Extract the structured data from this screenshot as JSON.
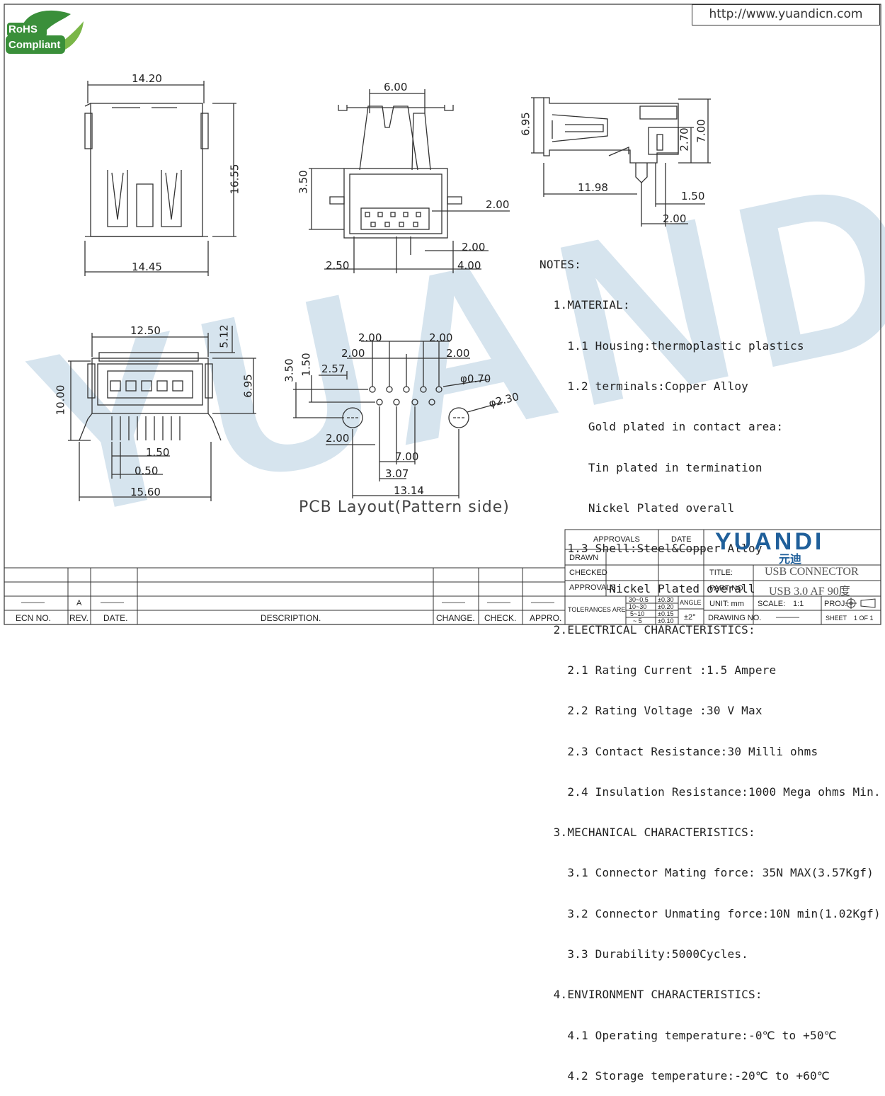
{
  "header": {
    "url": "http://www.yuandicn.com",
    "badge_line1": "RoHS",
    "badge_line2": "Compliant"
  },
  "dimensions": {
    "top_view": {
      "width_top": "14.20",
      "height": "16.55",
      "width_bottom": "14.45"
    },
    "front_view": {
      "pitch_top": "6.00",
      "height_left": "3.50",
      "pin_pitch_a": "2.00",
      "pin_pitch_b": "2.00",
      "offset_left": "2.50",
      "offset_right": "4.00"
    },
    "side_view": {
      "height_left": "6.95",
      "height_2": "2.70",
      "height_3": "7.00",
      "length": "11.98",
      "pin_1": "1.50",
      "pin_2": "2.00"
    },
    "end_view": {
      "opening_width": "12.50",
      "top_offset": "5.12",
      "height_left": "10.00",
      "height_right": "6.95",
      "pitch_a": "1.50",
      "pitch_b": "0.50",
      "overall_width": "15.60"
    },
    "pcb": {
      "top_a": "2.00",
      "top_b": "2.00",
      "mid_a": "2.00",
      "mid_b": "2.00",
      "left_a": "2.57",
      "h_a": "3.50",
      "h_b": "1.50",
      "hole_small": "φ0.70",
      "hole_large": "φ2.30",
      "bot_a": "2.00",
      "bot_b": "7.00",
      "bot_c": "3.07",
      "bot_d": "13.14"
    }
  },
  "pcb_title": "PCB Layout(Pattern side)",
  "notes": [
    "NOTES:",
    "  1.MATERIAL:",
    "    1.1 Housing:thermoplastic plastics",
    "    1.2 terminals:Copper Alloy",
    "       Gold plated in contact area:",
    "       Tin plated in termination",
    "       Nickel Plated overall",
    "    1.3 Shell:Steel&Copper Alloy",
    "          Nickel Plated overall",
    "  2.ELECTRICAL CHARACTERISTICS:",
    "    2.1 Rating Current :1.5 Ampere",
    "    2.2 Rating Voltage :30 V Max",
    "    2.3 Contact Resistance:30 Milli ohms",
    "    2.4 Insulation Resistance:1000 Mega ohms Min.",
    "  3.MECHANICAL CHARACTERISTICS:",
    "    3.1 Connector Mating force: 35N MAX(3.57Kgf)",
    "    3.2 Connector Unmating force:10N min(1.02Kgf)",
    "    3.3 Durability:5000Cycles.",
    "  4.ENVIRONMENT CHARACTERISTICS:",
    "    4.1 Operating temperature:-0℃ to +50℃",
    "    4.2 Storage temperature:-20℃ to +60℃"
  ],
  "title_block": {
    "approvals": "APPROVALS",
    "date": "DATE",
    "drawn": "DRAWN",
    "checked": "CHECKED",
    "approvals2": "APPROVALS",
    "tolerances": "TOLERANCES ARE",
    "tol_rows": [
      [
        "30~0.5",
        "±0.30"
      ],
      [
        "10~30",
        "±0.20"
      ],
      [
        "5~10",
        "±0.15"
      ],
      [
        "~ 5",
        "±0.10"
      ]
    ],
    "angle": "ANGLE",
    "angle_val": "±2°",
    "company": "YUANDI",
    "company_cn": "元迪",
    "title_label": "TITLE:",
    "title_value": "USB CONNECTOR",
    "part_label": "PART NO.",
    "part_value": "USB 3.0 AF 90度",
    "unit_label": "UNIT: mm",
    "scale_label": "SCALE:",
    "scale_value": "1:1",
    "proj_label": "PROJ.",
    "drawing_label": "DRAWING NO.",
    "drawing_value": "———",
    "sheet_label": "SHEET",
    "sheet_value": "1 OF 1"
  },
  "revision_block": {
    "headers": [
      "ECN NO.",
      "REV.",
      "DATE.",
      "DESCRIPTION.",
      "CHANGE.",
      "CHECK.",
      "APPRO."
    ],
    "rev_value": "A",
    "dash": "———"
  },
  "watermark": "YUANDI",
  "colors": {
    "line": "#333333",
    "watermark": "#c9dbe9",
    "brand": "#1f5f9a",
    "rohs_green": "#3a8f3a"
  }
}
